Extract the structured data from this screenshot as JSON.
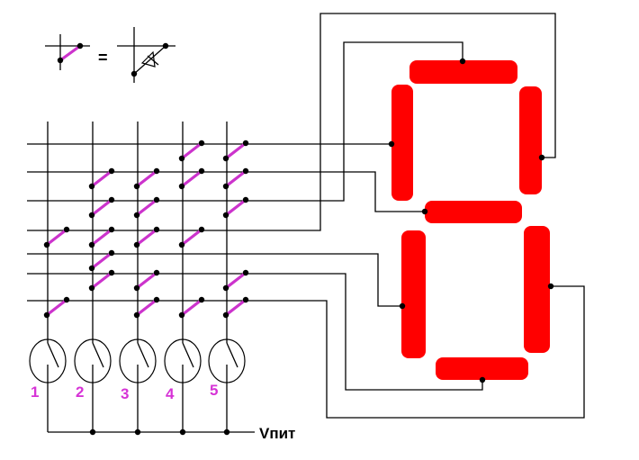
{
  "title": "Keypad-to-7-segment diode matrix",
  "legend": {
    "equals_sign": "=",
    "description": "diode-link-equals-diode"
  },
  "colors": {
    "segment": "#ff0000",
    "diode_link": "#cc33cc",
    "wire": "#000000",
    "label": "#d633d6"
  },
  "buttons": [
    {
      "label": "1",
      "segments": [
        "b",
        "c"
      ]
    },
    {
      "label": "2",
      "segments": [
        "g",
        "a",
        "b",
        "e",
        "d"
      ]
    },
    {
      "label": "3",
      "segments": [
        "g",
        "a",
        "b",
        "d",
        "c"
      ]
    },
    {
      "label": "4",
      "segments": [
        "f",
        "g",
        "b",
        "c"
      ]
    },
    {
      "label": "5",
      "segments": [
        "f",
        "g",
        "a",
        "d",
        "c"
      ]
    }
  ],
  "rows": [
    {
      "segment": "f"
    },
    {
      "segment": "g"
    },
    {
      "segment": "a"
    },
    {
      "segment": "b"
    },
    {
      "segment": "e"
    },
    {
      "segment": "d"
    },
    {
      "segment": "c"
    }
  ],
  "segments": [
    "a",
    "b",
    "c",
    "d",
    "e",
    "f",
    "g"
  ],
  "power_label": "Vпит"
}
